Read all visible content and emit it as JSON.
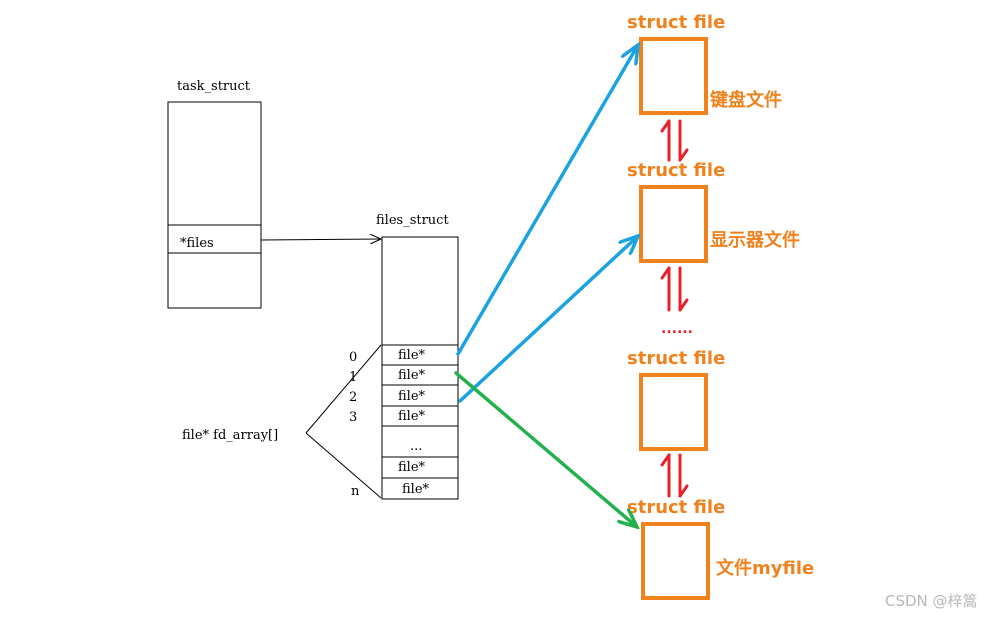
{
  "task_struct": {
    "title": "task_struct",
    "files_field": "*files"
  },
  "files_struct": {
    "title": "files_struct",
    "slots": [
      "file*",
      "file*",
      "file*",
      "file*",
      "...",
      "file*",
      "file*"
    ]
  },
  "fd_array": {
    "label": "file* fd_array[]",
    "indices": [
      "0",
      "1",
      "2",
      "3",
      "n"
    ]
  },
  "struct_files": [
    {
      "label": "struct file",
      "name": "键盘文件"
    },
    {
      "label": "struct file",
      "name": "显示器文件"
    },
    {
      "label": "struct file",
      "name": ""
    },
    {
      "label": "struct file",
      "name": "文件myfile"
    }
  ],
  "ellipsis": "......",
  "watermark": "CSDN @梓篙",
  "colors": {
    "orange": "#f0821e",
    "blue": "#1aa3e0",
    "green": "#22b14c",
    "red": "#e8202a"
  }
}
